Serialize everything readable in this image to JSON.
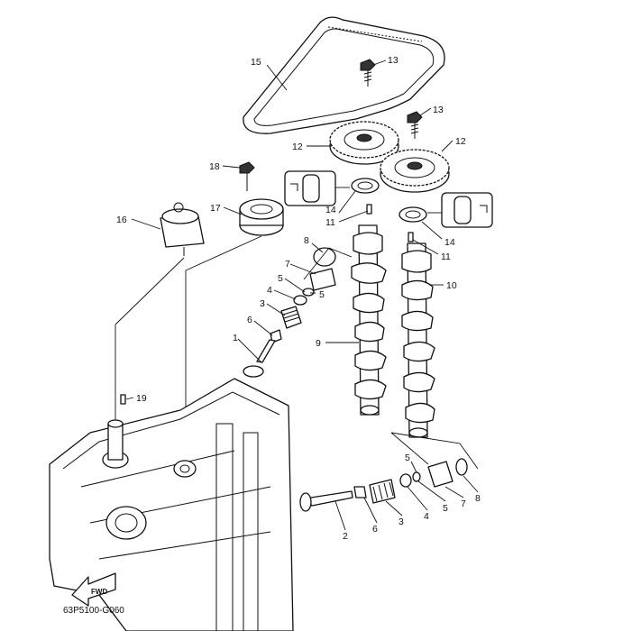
{
  "diagram": {
    "drawing_code": "63P5100-G060",
    "fwd_label": "FWD",
    "callouts": {
      "c1": "1",
      "c2": "2",
      "c3a": "3",
      "c3b": "3",
      "c4a": "4",
      "c4b": "4",
      "c5a": "5",
      "c5b": "5",
      "c5c": "5",
      "c5d": "5",
      "c6a": "6",
      "c6b": "6",
      "c7a": "7",
      "c7b": "7",
      "c8a": "8",
      "c8b": "8",
      "c9": "9",
      "c10": "10",
      "c11a": "11",
      "c11b": "11",
      "c12a": "12",
      "c12b": "12",
      "c13a": "13",
      "c13b": "13",
      "c14a": "14",
      "c14b": "14",
      "c15": "15",
      "c16": "16",
      "c17": "17",
      "c18": "18",
      "c19": "19"
    }
  }
}
